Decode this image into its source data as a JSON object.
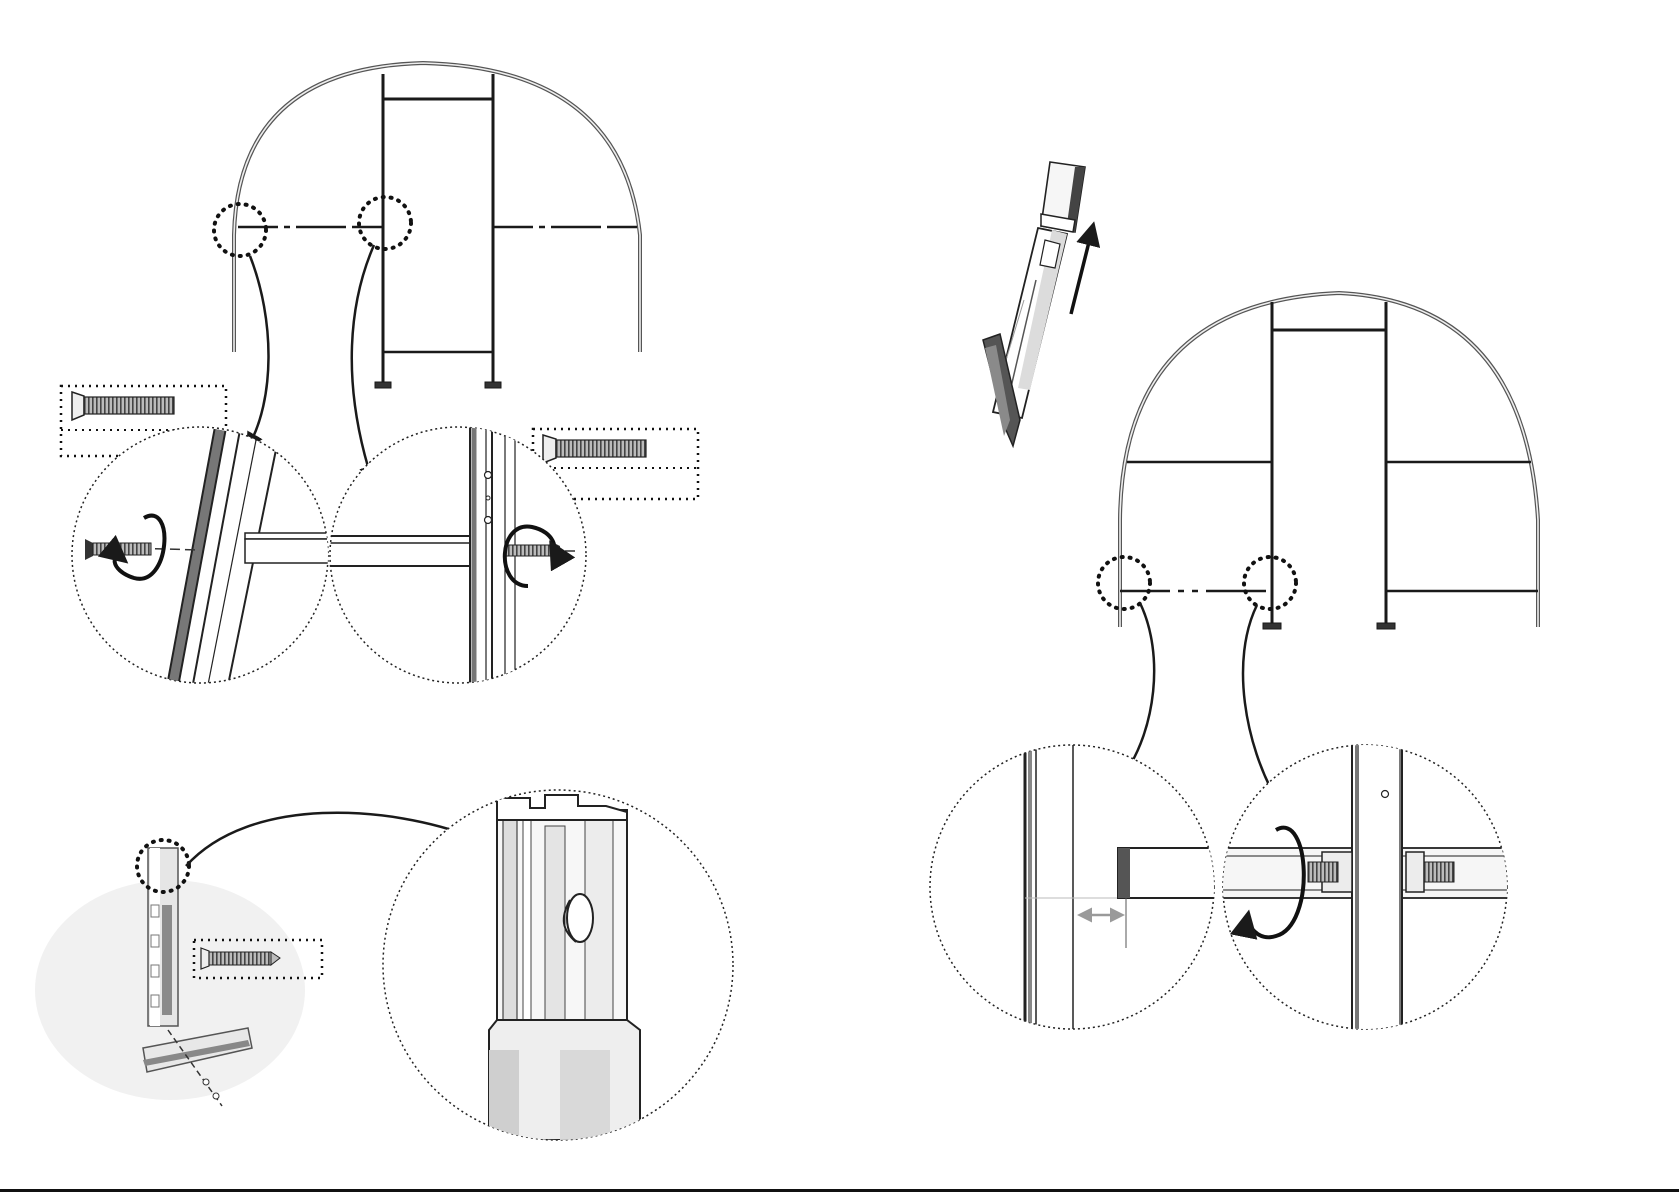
{
  "document": {
    "type": "assembly-instructions",
    "text_labels": []
  },
  "colors": {
    "ink": "#1a1a1a",
    "metal_light": "#f2f2f2",
    "metal_mid": "#bdbdbd",
    "metal_dark": "#555555",
    "hint_arrow": "#9a9a9a",
    "background": "#ffffff"
  },
  "icons": {
    "rotation": "rotate-arrow-icon",
    "direction": "curved-arrow-icon",
    "slide": "straight-arrow-icon",
    "measure": "double-arrow-icon",
    "screw": "countersunk-screw-icon",
    "callout": "dotted-callout-circle"
  },
  "steps": [
    {
      "id": "step-a",
      "subject": "door-frame-crossbar-screws",
      "callouts": 2,
      "screws": 2
    },
    {
      "id": "step-b",
      "subject": "corner-post-end-cap",
      "callouts": 1,
      "screws": 1
    },
    {
      "id": "step-c",
      "subject": "tube-connector-slide",
      "callouts": 0,
      "screws": 0
    },
    {
      "id": "step-d",
      "subject": "side-wall-crossbar-fitting",
      "callouts": 2,
      "screws": 0
    }
  ]
}
